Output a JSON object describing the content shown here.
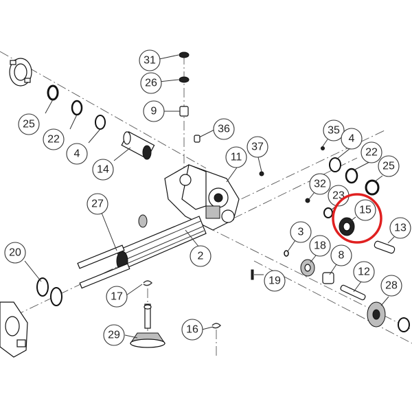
{
  "diagram": {
    "highlight_color": "#e02020",
    "highlighted_part": "15",
    "callouts": [
      "31",
      "26",
      "9",
      "36",
      "11",
      "37",
      "35",
      "4",
      "22",
      "25",
      "32",
      "23",
      "15",
      "13",
      "3",
      "18",
      "8",
      "12",
      "28",
      "19",
      "27",
      "2",
      "20",
      "17",
      "16",
      "29",
      "25",
      "22",
      "4",
      "14"
    ]
  }
}
